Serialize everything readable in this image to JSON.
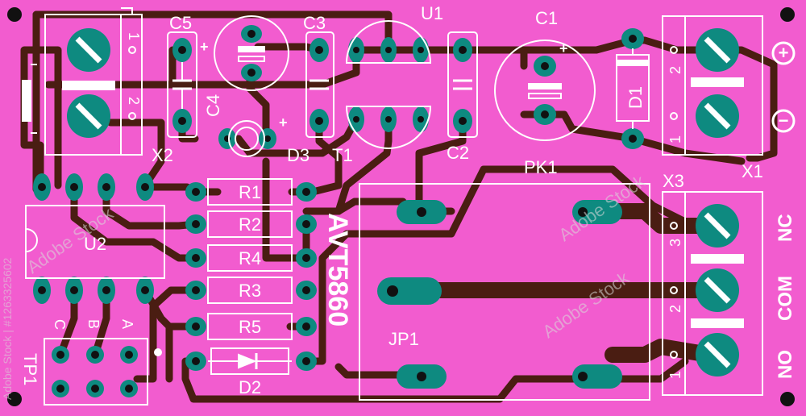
{
  "colors": {
    "board": "#f25ccf",
    "trace": "#4a1d12",
    "pad": "#0e8a80",
    "silk": "#ffffff",
    "hole": "#111111",
    "watermark": "#d9d9d9"
  },
  "components": {
    "C5": "C5",
    "C3": "C3",
    "U1": "U1",
    "C1": "C1",
    "C4": "C4",
    "D3": "D3",
    "T1": "T1",
    "C2": "C2",
    "D1": "D1",
    "X1": "X1",
    "X2": "X2",
    "X3": "X3",
    "PK1": "PK1",
    "U2": "U2",
    "R1": "R1",
    "R2": "R2",
    "R4": "R4",
    "R3": "R3",
    "R5": "R5",
    "D2": "D2",
    "JP1": "JP1",
    "TP1": "TP1"
  },
  "pins": {
    "x2_pin1": "1",
    "x2_pin2": "2",
    "x1_pin2": "2",
    "x1_pin1": "1",
    "x3_pin3": "3",
    "x3_pin2": "2",
    "x3_pin1": "1",
    "tp_c": "C",
    "tp_b": "B",
    "tp_a": "A"
  },
  "terminal_labels": {
    "plus": "+",
    "minus": "−",
    "nc": "NC",
    "com": "COM",
    "no": "NO"
  },
  "board_label": "AVT5860",
  "polarity": {
    "c5_plus": "+",
    "c1_plus": "+",
    "d3_plus": "+"
  },
  "watermark": {
    "side_text": "Adobe Stock | #1263325602",
    "tile_text": "Adobe Stock"
  }
}
